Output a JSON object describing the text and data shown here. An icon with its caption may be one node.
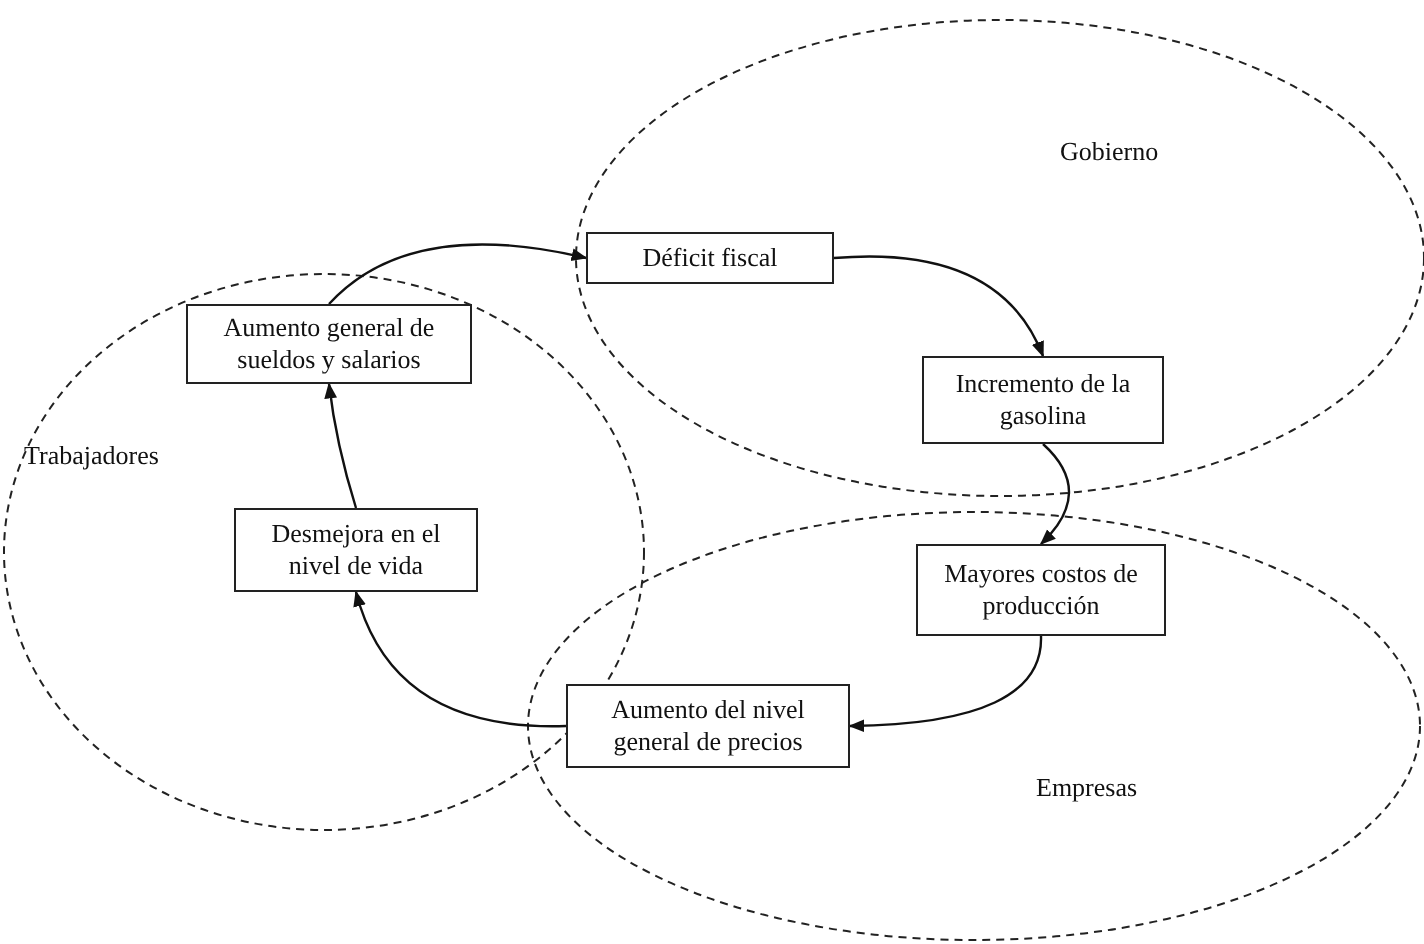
{
  "diagram": {
    "nodes": [
      {
        "text": [
          "Gobierno"
        ]
      },
      {
        "text": [
          "Déficit fiscal"
        ],
        "in": 0
      },
      {
        "text": [
          "Incremento de la gasolina"
        ],
        "in": 0
      },
      {
        "text": [
          "Trabajadores"
        ]
      },
      {
        "text": [
          "Aumento general de sueldos y salarios"
        ],
        "in": 3
      },
      {
        "text": [
          "Desmejora en el nivel de vida"
        ],
        "in": 3
      },
      {
        "text": [
          "Empresas"
        ]
      },
      {
        "text": [
          "Mayores costos de producción"
        ],
        "in": 6
      },
      {
        "text": [
          "Aumento del nivel general de precios"
        ],
        "in": 6
      }
    ],
    "edges": [
      {
        "from": 1,
        "to": 2,
        "arrow": "to"
      },
      {
        "from": 2,
        "to": 7,
        "arrow": "to"
      },
      {
        "from": 7,
        "to": 8,
        "arrow": "to"
      },
      {
        "from": 8,
        "to": 5,
        "arrow": "to"
      },
      {
        "from": 5,
        "to": 4,
        "arrow": "to"
      },
      {
        "from": 4,
        "to": 1,
        "arrow": "to"
      }
    ]
  }
}
